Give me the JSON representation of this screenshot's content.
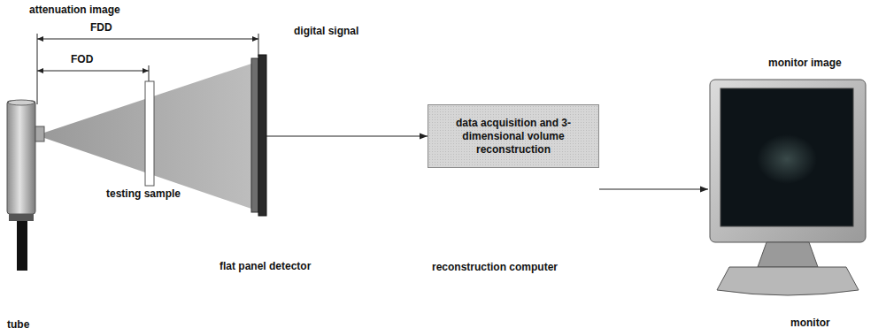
{
  "diagram": {
    "nodes": [
      {
        "text": [
          "flat panel detector"
        ]
      },
      {
        "text": [
          "data acquisition and 3-dimensional volume reconstruction",
          "reconstruction computer"
        ]
      },
      {
        "text": [
          "monitor image",
          "monitor"
        ]
      }
    ],
    "edges": [
      {
        "from": 0,
        "to": 1,
        "arrow": "to"
      },
      {
        "from": 1,
        "to": 2,
        "arrow": "to"
      }
    ],
    "labels": [
      "attenuation image",
      "FDD",
      "FOD",
      "digital signal",
      "testing sample",
      "tube"
    ]
  }
}
